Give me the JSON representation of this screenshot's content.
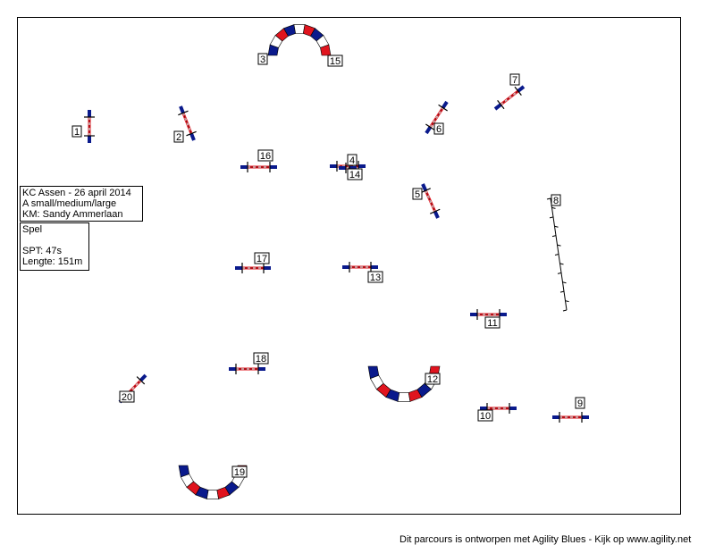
{
  "colors": {
    "blue": "#0a1a8c",
    "red": "#e0141e",
    "white": "#ffffff",
    "black": "#000000"
  },
  "info": {
    "line1": "KC Assen - 26 april 2014",
    "line2": "A small/medium/large",
    "line3": "KM: Sandy Ammerlaan"
  },
  "stats": {
    "name": "Spel",
    "separator": "________________",
    "spt": "SPT:  47s",
    "length": "Lengte: 151m"
  },
  "obstacles": [
    {
      "kind": "jump",
      "number": "1"
    },
    {
      "kind": "jump",
      "number": "2"
    },
    {
      "kind": "tunnel",
      "number": "3"
    },
    {
      "kind": "jump",
      "number": "4"
    },
    {
      "kind": "jump",
      "number": "5"
    },
    {
      "kind": "jump",
      "number": "6"
    },
    {
      "kind": "jump",
      "number": "7"
    },
    {
      "kind": "weave",
      "number": "8"
    },
    {
      "kind": "jump",
      "number": "9"
    },
    {
      "kind": "jump",
      "number": "10"
    },
    {
      "kind": "jump",
      "number": "11"
    },
    {
      "kind": "tunnel",
      "number": "12"
    },
    {
      "kind": "jump",
      "number": "13"
    },
    {
      "kind": "jump",
      "number": "14"
    },
    {
      "kind": "tunnel",
      "number": "15"
    },
    {
      "kind": "jump",
      "number": "16"
    },
    {
      "kind": "jump",
      "number": "17"
    },
    {
      "kind": "jump",
      "number": "18"
    },
    {
      "kind": "tunnel",
      "number": "19"
    },
    {
      "kind": "jump",
      "number": "20"
    }
  ],
  "footer": "Dit parcours is ontworpen met Agility Blues - Kijk op www.agility.net"
}
